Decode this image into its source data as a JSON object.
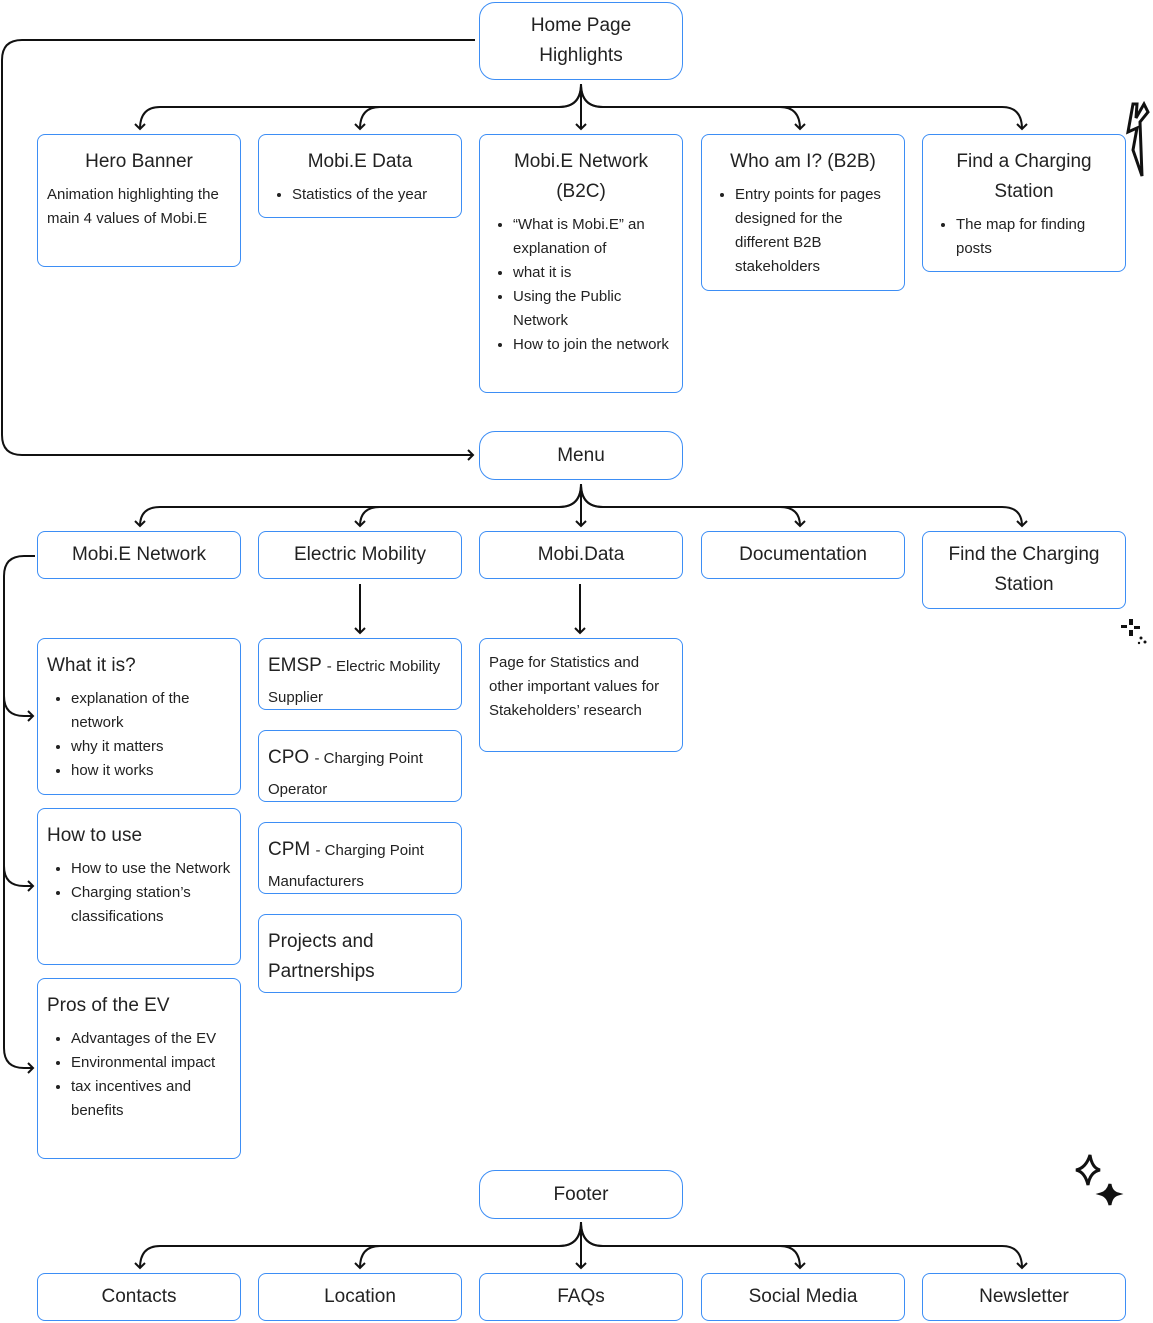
{
  "colors": {
    "border": "#3d8ef5",
    "line": "#111111"
  },
  "home": {
    "title": "Home Page Highlights"
  },
  "home_children": [
    {
      "title": "Hero Banner",
      "text": "Animation highlighting the main 4 values of Mobi.E"
    },
    {
      "title": "Mobi.E Data",
      "bullets": [
        "Statistics of the year"
      ]
    },
    {
      "title": "Mobi.E Network (B2C)",
      "bullets": [
        "“What is Mobi.E” an explanation of",
        "what it is",
        "Using the Public Network",
        "How to join the network"
      ]
    },
    {
      "title": "Who am I? (B2B)",
      "bullets": [
        "Entry points for pages designed for the different B2B stakeholders"
      ]
    },
    {
      "title": "Find a Charging Station",
      "bullets": [
        "The map for finding posts"
      ]
    }
  ],
  "menu": {
    "title": "Menu"
  },
  "menu_children": [
    {
      "title": "Mobi.E Network"
    },
    {
      "title": "Electric Mobility"
    },
    {
      "title": "Mobi.Data"
    },
    {
      "title": "Documentation"
    },
    {
      "title": "Find the Charging Station"
    }
  ],
  "network_sub": [
    {
      "title": "What it is?",
      "bullets": [
        "explanation of the network",
        "why it matters",
        "how it works"
      ]
    },
    {
      "title": "How to use",
      "bullets": [
        "How to use the Network",
        "Charging station’s classifications"
      ]
    },
    {
      "title": "Pros of the EV",
      "bullets": [
        "Advantages of the EV",
        "Environmental impact",
        "tax incentives and benefits"
      ]
    }
  ],
  "mobility_sub": [
    {
      "title": "EMSP",
      "subtitle": "- Electric Mobility Supplier"
    },
    {
      "title": "CPO",
      "subtitle": "- Charging Point Operator"
    },
    {
      "title": "CPM",
      "subtitle": "- Charging Point Manufacturers"
    },
    {
      "title": "Projects and Partnerships"
    }
  ],
  "data_sub": [
    {
      "text": "Page for Statistics and other important values for Stakeholders’ research"
    }
  ],
  "footer": {
    "title": "Footer"
  },
  "footer_children": [
    {
      "title": "Contacts"
    },
    {
      "title": "Location"
    },
    {
      "title": "FAQs"
    },
    {
      "title": "Social Media"
    },
    {
      "title": "Newsletter"
    }
  ],
  "decorations": [
    "lightning-doodle",
    "sparkle-doodle",
    "stars-doodle"
  ]
}
